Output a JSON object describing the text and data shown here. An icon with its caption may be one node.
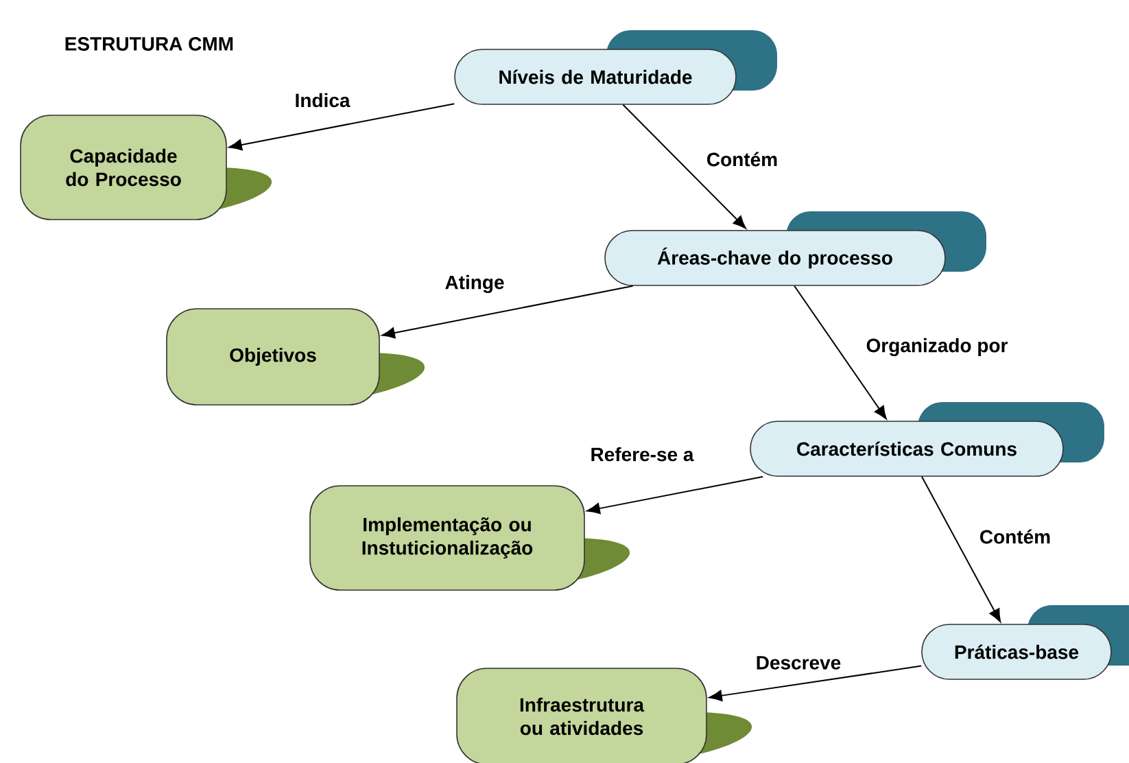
{
  "diagram": {
    "title": "ESTRUTURA CMM",
    "nodes": [
      {
        "text": [
          "Níveis de Maturidade"
        ]
      },
      {
        "text": [
          "Capacidade do Processo"
        ]
      },
      {
        "text": [
          "Áreas-chave do processo"
        ]
      },
      {
        "text": [
          "Objetivos"
        ]
      },
      {
        "text": [
          "Características Comuns"
        ]
      },
      {
        "text": [
          "Implementação ou Instuticionalização"
        ]
      },
      {
        "text": [
          "Práticas-base"
        ]
      },
      {
        "text": [
          "Infraestrutura ou atividades"
        ]
      }
    ],
    "edges": [
      {
        "from": 0,
        "to": 1,
        "arrow": "to",
        "label": "Indica"
      },
      {
        "from": 0,
        "to": 2,
        "arrow": "to",
        "label": "Contém"
      },
      {
        "from": 2,
        "to": 3,
        "arrow": "to",
        "label": "Atinge"
      },
      {
        "from": 2,
        "to": 4,
        "arrow": "to",
        "label": "Organizado por"
      },
      {
        "from": 4,
        "to": 5,
        "arrow": "to",
        "label": "Refere-se a"
      },
      {
        "from": 4,
        "to": 6,
        "arrow": "to",
        "label": "Contém"
      },
      {
        "from": 6,
        "to": 7,
        "arrow": "to",
        "label": "Descreve"
      }
    ]
  }
}
